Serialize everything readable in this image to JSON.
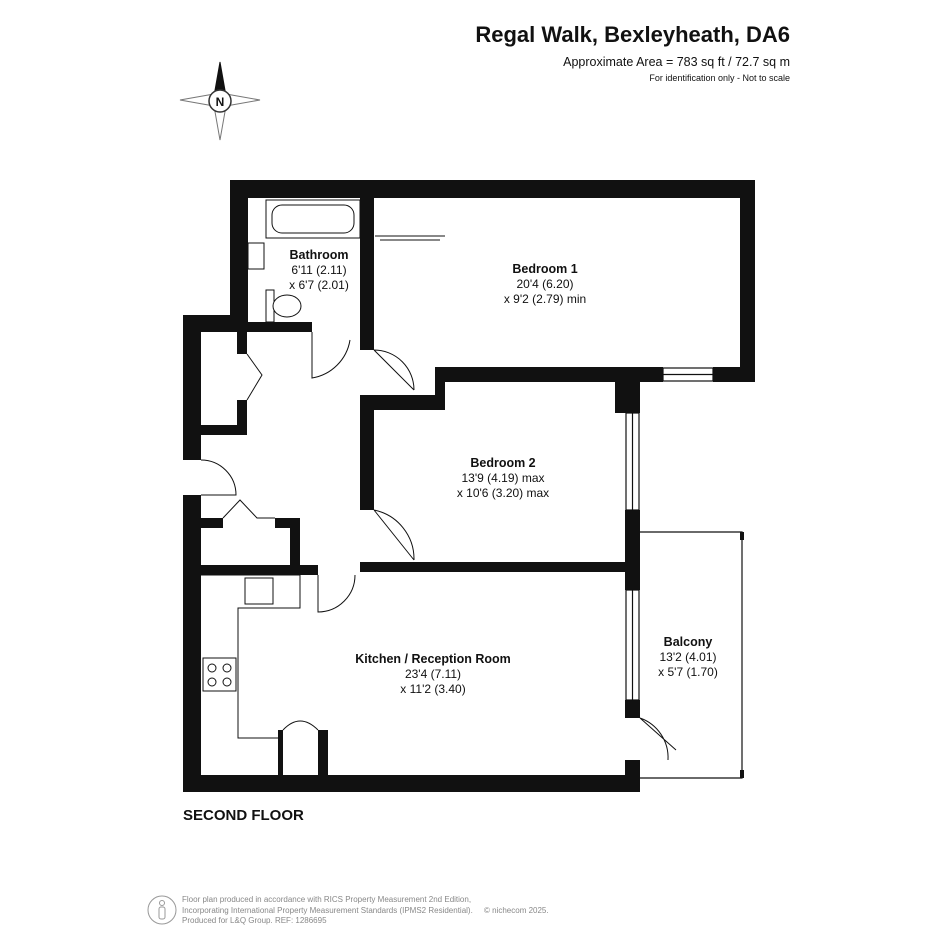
{
  "header": {
    "title": "Regal Walk, Bexleyheath, DA6",
    "area": "Approximate Area = 783 sq ft / 72.7 sq m",
    "note": "For identification only - Not to scale"
  },
  "compass": {
    "label": "N"
  },
  "rooms": [
    {
      "name": "Bathroom",
      "dim1": "6'11 (2.11)",
      "dim2": "x 6'7 (2.01)"
    },
    {
      "name": "Bedroom 1",
      "dim1": "20'4 (6.20)",
      "dim2": "x 9'2 (2.79) min"
    },
    {
      "name": "Bedroom 2",
      "dim1": "13'9 (4.19) max",
      "dim2": "x 10'6 (3.20) max"
    },
    {
      "name": "Kitchen / Reception Room",
      "dim1": "23'4 (7.11)",
      "dim2": "x 11'2 (3.40)"
    },
    {
      "name": "Balcony",
      "dim1": "13'2 (4.01)",
      "dim2": "x 5'7 (1.70)"
    }
  ],
  "floor_label": "SECOND FLOOR",
  "footer": {
    "line1": "Floor plan produced in accordance with RICS Property Measurement 2nd Edition,",
    "line2": "Incorporating International Property Measurement Standards (IPMS2 Residential).",
    "line3": "Produced for L&Q Group.   REF: 1286695",
    "copyright": "© nichecom 2025."
  }
}
